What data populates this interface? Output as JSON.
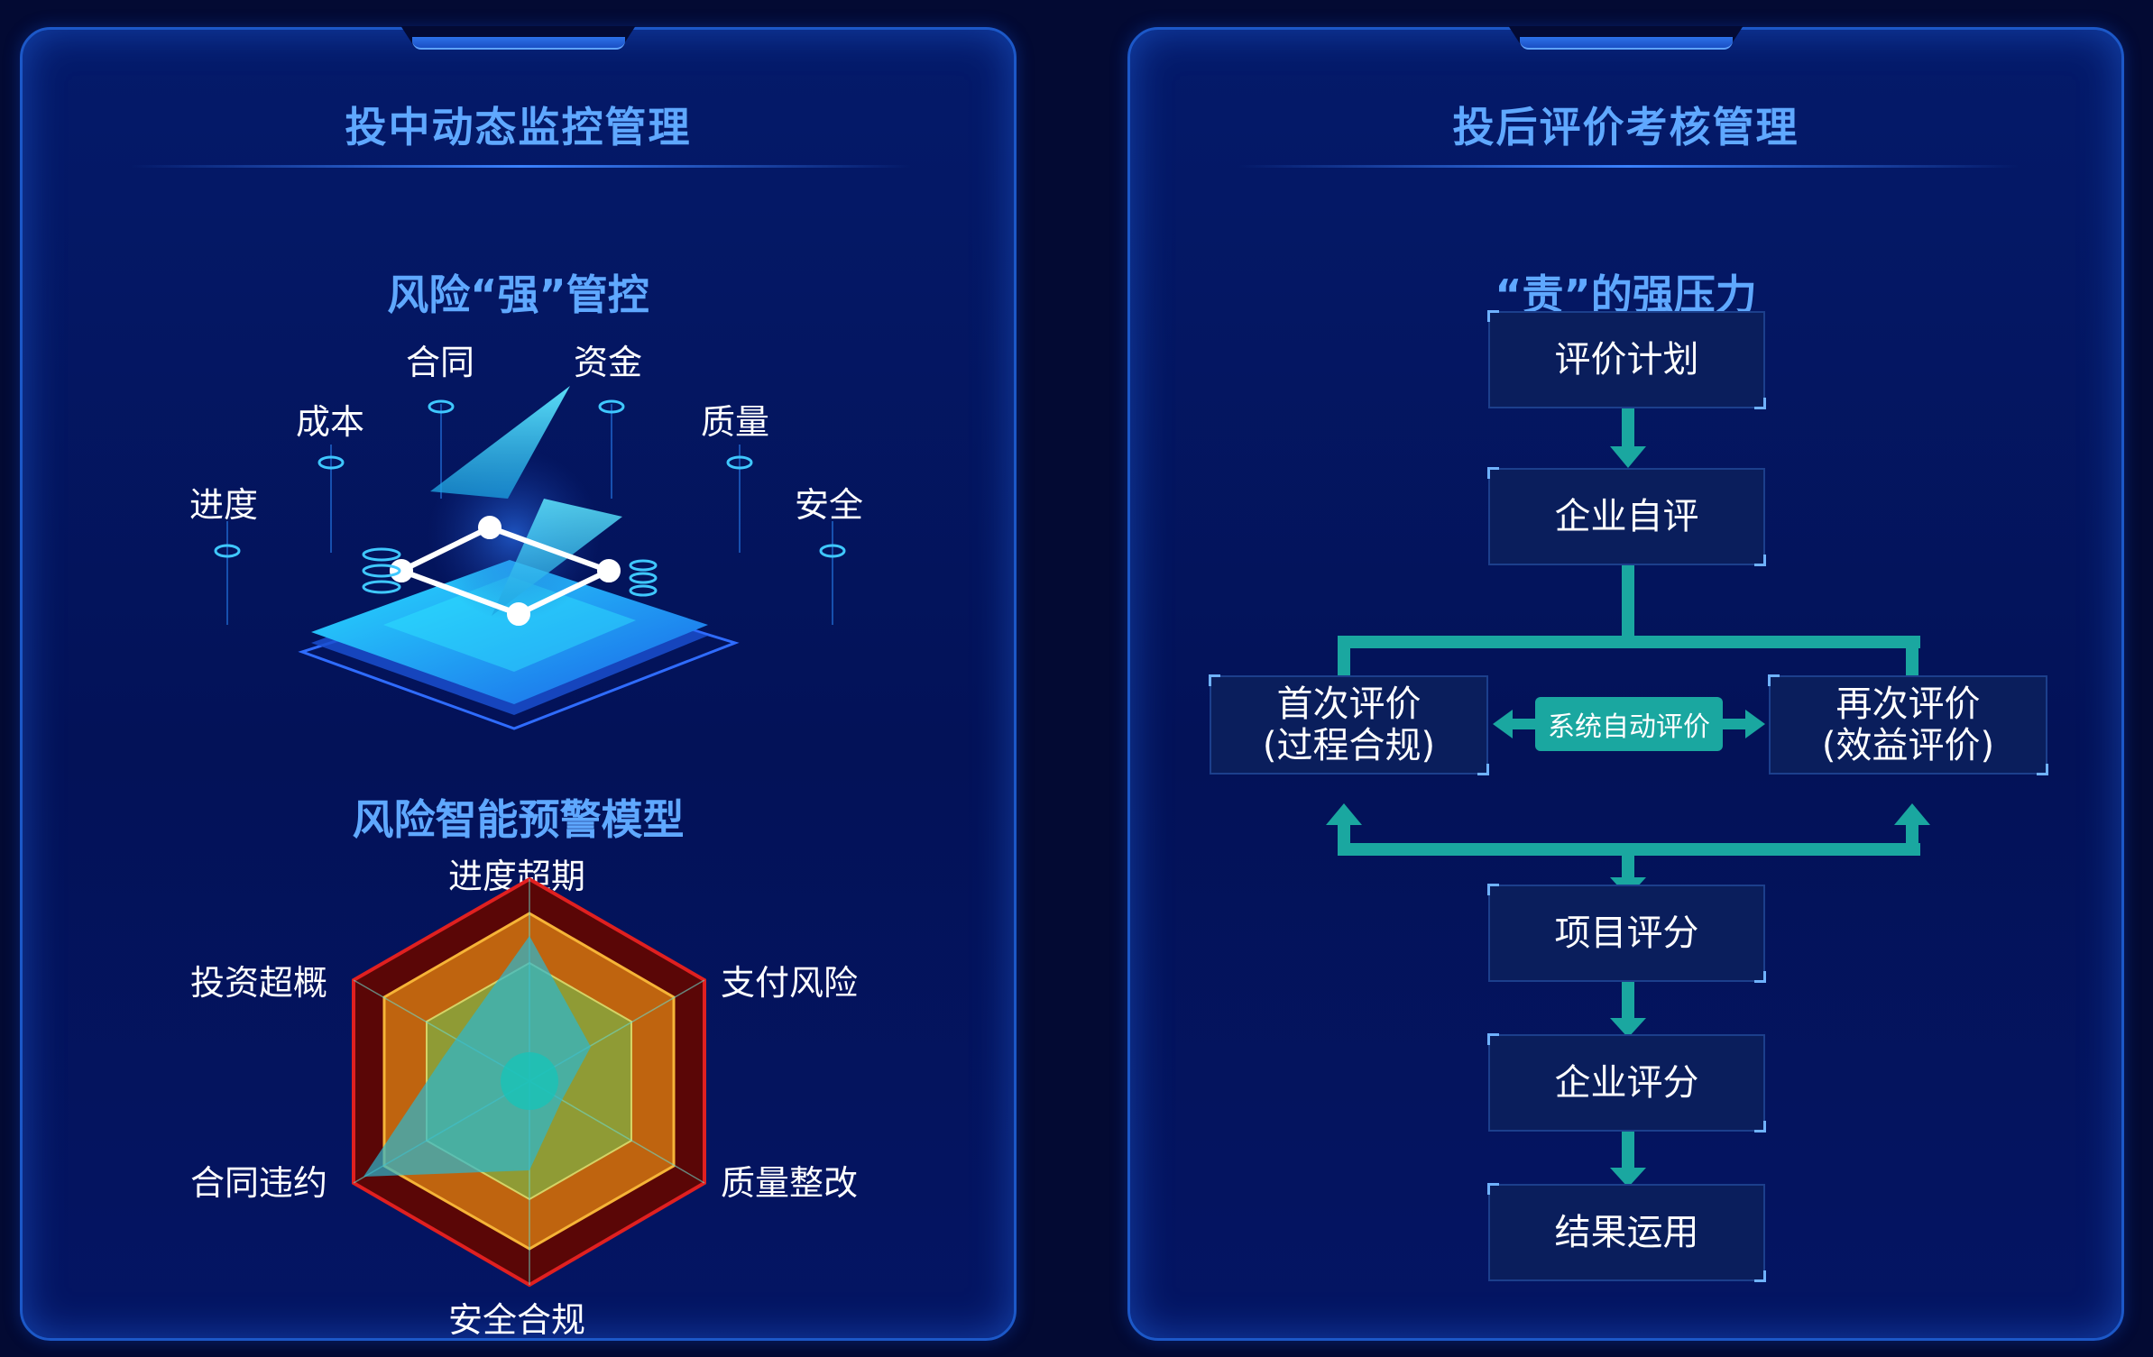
{
  "left_panel": {
    "title": "投中动态监控管理",
    "section1_title": "风险“强”管控",
    "risk_labels": [
      "进度",
      "成本",
      "合同",
      "资金",
      "质量",
      "安全"
    ],
    "section2_title": "风险智能预警模型",
    "radar_axes": [
      "进度超期",
      "支付风险",
      "质量整改",
      "安全合规",
      "合同违约",
      "投资超概"
    ]
  },
  "right_panel": {
    "title": "投后评价考核管理",
    "section_title": "“责”的强压力",
    "steps": {
      "plan": "评价计划",
      "self_eval": "企业自评",
      "first_eval": "首次评价",
      "first_eval_sub": "(过程合规)",
      "second_eval": "再次评价",
      "second_eval_sub": "(效益评价)",
      "auto_eval": "系统自动评价",
      "project_score": "项目评分",
      "enterprise_score": "企业评分",
      "result_use": "结果运用"
    }
  },
  "colors": {
    "background": "#030a33",
    "panel_border": "#1c58c8",
    "title_blue": "#5fa8ff",
    "flow_teal": "#1aa7a0",
    "radar_red": "#c01818",
    "radar_orange": "#f0a020"
  }
}
